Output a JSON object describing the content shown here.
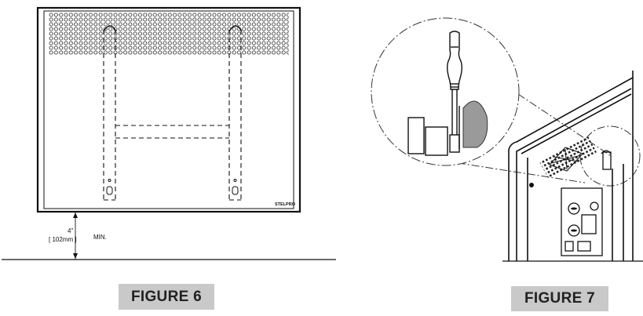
{
  "figure6": {
    "label": "FIGURE 6",
    "brand": "STELPRO",
    "clearance_inches": "4\"",
    "clearance_mm": "[ 102mm ]",
    "clearance_min": "MIN."
  },
  "figure7": {
    "label": "FIGURE 7"
  }
}
